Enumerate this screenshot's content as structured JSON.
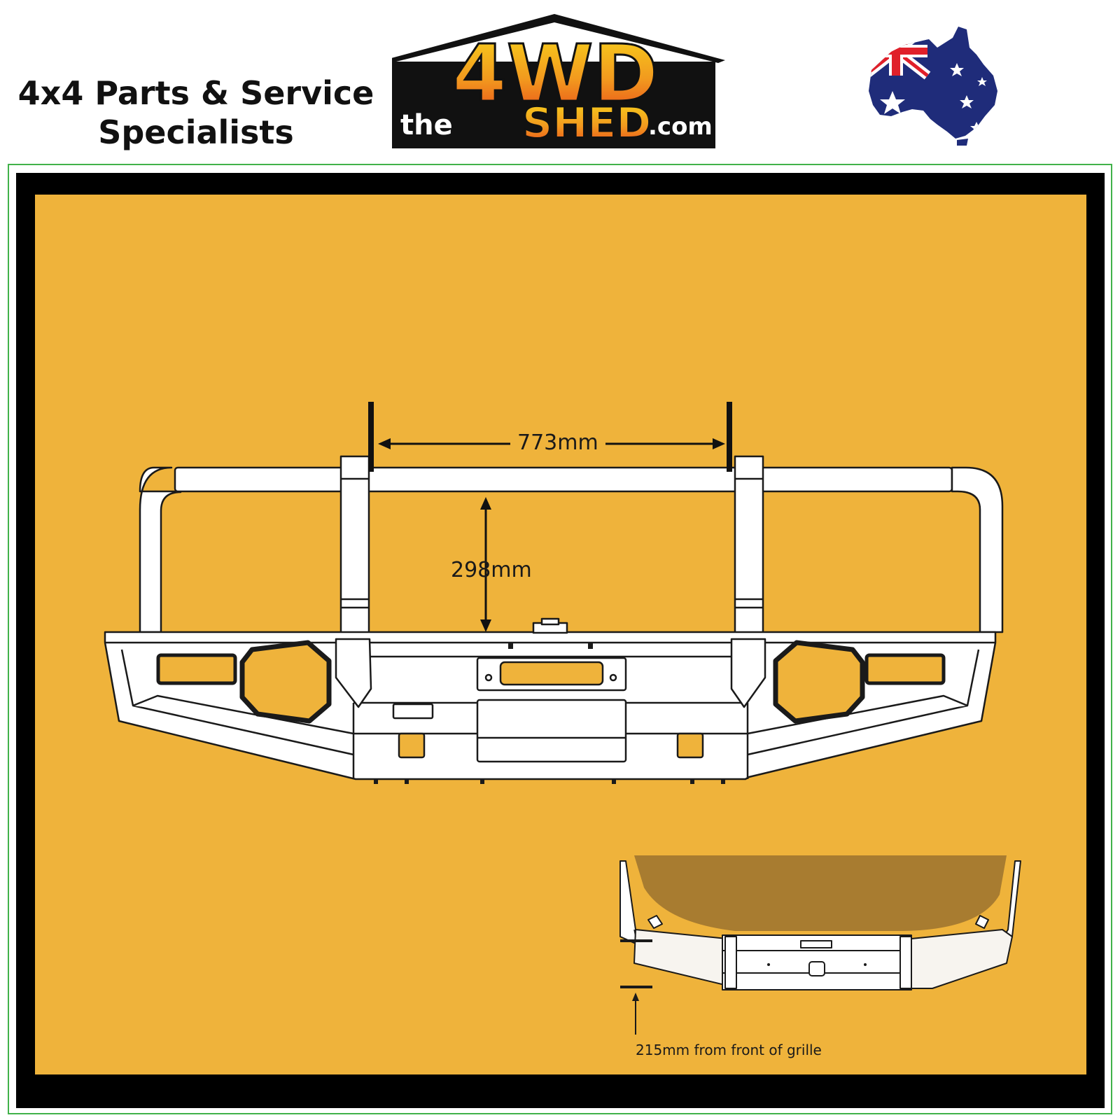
{
  "header": {
    "tagline_line1": "4x4 Parts & Service",
    "tagline_line2": "Specialists",
    "logo": {
      "the": "the",
      "main_top": "4WD",
      "main_bottom": "SHED",
      "com": ".com"
    }
  },
  "diagram": {
    "width_dimension": "773mm",
    "height_dimension": "298mm",
    "grille_note": "215mm from front of grille"
  },
  "colors": {
    "panel_background": "#efb33b",
    "frame": "#000000",
    "border": "#41b24a",
    "outline": "#1a1a1a",
    "bumper_fill": "#ffffff",
    "hood_shadow": "#a87c30",
    "logo_gradient_top": "#f7d31c",
    "logo_gradient_bottom": "#e8481a"
  },
  "icons": [
    "house-roof-logo",
    "australia-flag-map",
    "star-icon"
  ]
}
